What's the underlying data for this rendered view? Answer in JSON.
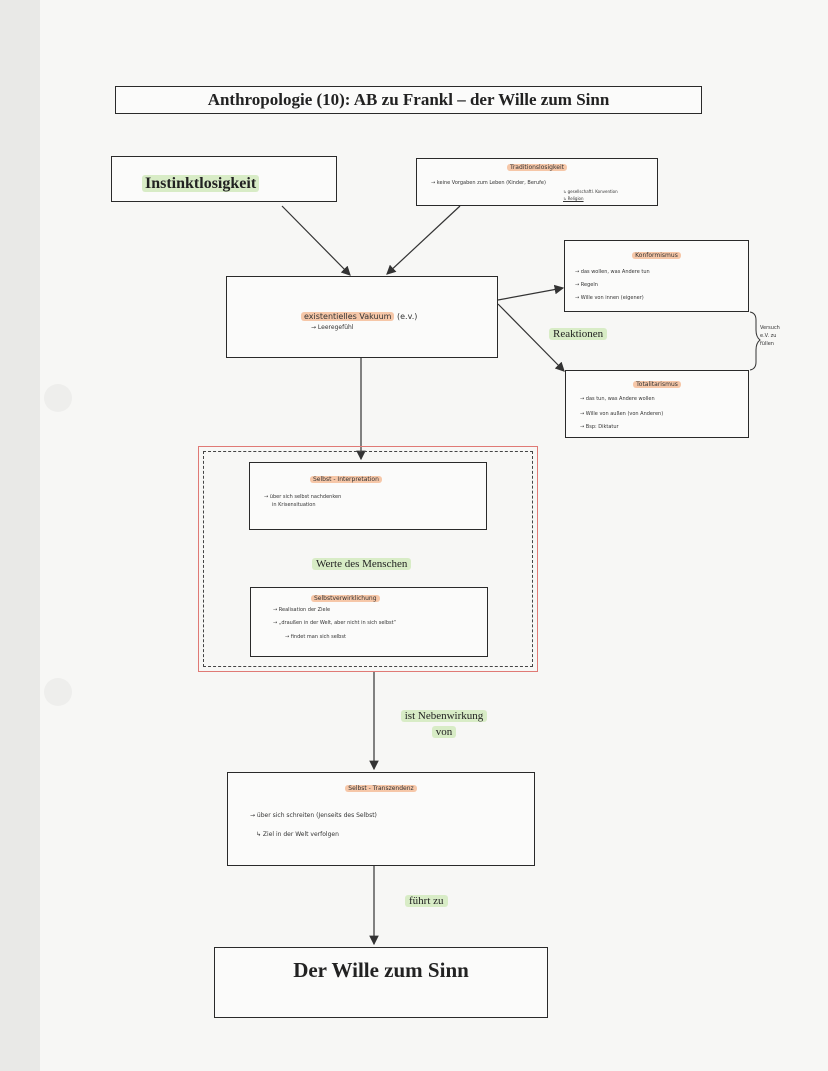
{
  "title": "Anthropologie (10): AB zu Frankl – der Wille zum Sinn",
  "instinkt": {
    "label": "Instinktlosigkeit"
  },
  "tradition": {
    "heading": "Traditionslosigkeit",
    "line1": "→ keine Vorgaben zum Leben (Kinder, Berufe)",
    "line2": "↳ gesellschaftl. Konvention",
    "line3": "↳ Religion"
  },
  "vakuum": {
    "heading": "existentielles Vakuum",
    "abbr": "(e.v.)",
    "line1": "→ Leeregefühl"
  },
  "konformismus": {
    "heading": "Konformismus",
    "line1": "→ das wollen, was Andere tun",
    "line2": "→ Regeln",
    "line3": "→ Wille von innen (eigener)"
  },
  "reaktionen": {
    "label": "Reaktionen"
  },
  "versuch": {
    "line1": "Versuch",
    "line2": "e.V. zu",
    "line3": "füllen"
  },
  "totalitarismus": {
    "heading": "Totalitarismus",
    "line1": "→ das tun, was Andere wollen",
    "line2": "→ Wille von außen (von Anderen)",
    "line3": "→ Bsp: Diktatur"
  },
  "interpretation": {
    "heading": "Selbst - Interpretation",
    "line1": "→ über sich selbst nachdenken",
    "line2": "in Krisensituation"
  },
  "werte": {
    "label": "Werte des Menschen"
  },
  "verwirklichung": {
    "heading": "Selbstverwirklichung",
    "line1": "→ Realisation der Ziele",
    "line2": "→ „draußen in der Welt, aber nicht in sich selbst“",
    "line3": "→ findet man sich selbst"
  },
  "nebenwirkung": {
    "line1": "ist Nebenwirkung",
    "line2": "von"
  },
  "transzendenz": {
    "heading": "Selbst - Transzendenz",
    "line1": "→ über sich schreiten (Jenseits des Selbst)",
    "line2": "↳ Ziel in der Welt verfolgen"
  },
  "fuehrt": {
    "label": "führt zu"
  },
  "wille": {
    "label": "Der Wille zum Sinn"
  }
}
